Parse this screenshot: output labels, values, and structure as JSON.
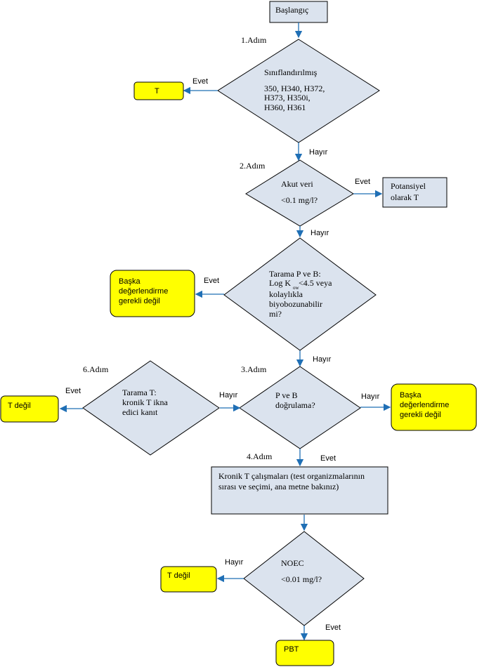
{
  "colors": {
    "node_blue": "#dbe3ee",
    "node_yellow": "#ffff00",
    "arrow": "#1f6fb5"
  },
  "nodes": {
    "start": "Başlangıç",
    "d1": {
      "lines": [
        "Sınıflandırılmış",
        "350,   H340,   H372,",
        "H373,            H350i,",
        "H360, H361"
      ]
    },
    "t1": "T",
    "d2": {
      "lines": [
        "Akut veri",
        "<0.1 mg/l?"
      ]
    },
    "pot": {
      "lines": [
        "Potansiyel",
        "olarak T"
      ]
    },
    "d3": {
      "l1": "Tarama   P   ve   B:",
      "l2a": "Log K",
      "l2sub": "ow",
      "l2b": "<4.5 veya",
      "l3": "kolaylıkla",
      "l4": "biyobozunabilir",
      "l5": "mi?"
    },
    "b1": {
      "lines": [
        "Başka",
        "değerlendirme",
        "gerekli değil"
      ]
    },
    "d4": {
      "lines": [
        "P        ve        B",
        "doğrulama?"
      ]
    },
    "b2": {
      "lines": [
        "Başka",
        "değerlendirme",
        "gerekli değil"
      ]
    },
    "d6": {
      "lines": [
        "Tarama          T:",
        "kronik   T   ikna",
        "edici kanıt"
      ]
    },
    "tdegil1": "T değil",
    "chronic": {
      "lines": [
        "Kronik  T  çalışmaları  (test  organizmalarının",
        "sırası ve seçimi, ana metne bakınız)"
      ]
    },
    "d7": {
      "lines": [
        "NOEC",
        "<0.01 mg/l?"
      ]
    },
    "tdegil2": "T değil",
    "pbt": "PBT"
  },
  "steps": {
    "s1": "1.Adım",
    "s2": "2.Adım",
    "s3": "3.Adım",
    "s4": "4.Adım",
    "s6": "6.Adım"
  },
  "edges": {
    "evet_d1": "Evet",
    "hayir_d1": "Hayır",
    "evet_d2": "Evet",
    "hayir_d2": "Hayır",
    "evet_d3": "Evet",
    "hayir_d3": "Hayır",
    "hayir_d4": "Hayır",
    "evet_d4": "Evet",
    "hayir_d6": "Hayır",
    "evet_d6": "Evet",
    "hayir_d7": "Hayır",
    "evet_d7": "Evet"
  }
}
